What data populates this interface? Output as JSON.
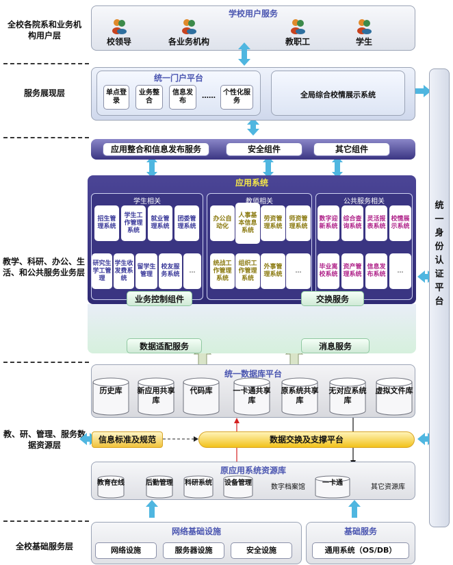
{
  "layers": {
    "l1": "全校各院系和业务机构用户层",
    "l2": "服务展现层",
    "l3": "教学、科研、办公、生活、和公共服务业务层",
    "l4": "教、研、管理、服务数据资源层",
    "l5": "全校基础服务层"
  },
  "users": {
    "title": "学校用户服务",
    "items": [
      "校领导",
      "各业务机构",
      "教职工",
      "学生"
    ]
  },
  "portal": {
    "title": "统一门户平台",
    "items": [
      "单点登录",
      "业务整合",
      "信息发布",
      "……",
      "个性化服务"
    ],
    "display": "全局综合校情展示系统"
  },
  "services_bar": {
    "items": [
      "应用整合和信息发布服务",
      "安全组件",
      "其它组件"
    ]
  },
  "app_system": {
    "title": "应用系统",
    "student": {
      "title": "学生相关",
      "row1": [
        "招生管理系统",
        "学生工作管理系统",
        "就业管理系统",
        "团委管理系统"
      ],
      "row2": [
        "研究生学工管理",
        "学生收发费系统",
        "留学生管理",
        "校友服务系统",
        "…"
      ]
    },
    "teacher": {
      "title": "教师相关",
      "row1": [
        "办公自动化",
        "人事基本信息系统",
        "劳资管理系统",
        "师资管理系统"
      ],
      "row2": [
        "统战工作管理系统",
        "组织工作管理系统",
        "外事管理系统",
        "…"
      ]
    },
    "public": {
      "title": "公共服务相关",
      "row1": [
        "数字迎新系统",
        "综合查询系统",
        "灵活报表系统",
        "校情展示系统"
      ],
      "row2": [
        "毕业离校系统",
        "资产管理系统",
        "信息发布系统",
        "…"
      ]
    }
  },
  "components": {
    "control": "业务控制组件",
    "exchange": "交换服务",
    "adapter": "数据适配服务",
    "message": "消息服务"
  },
  "database": {
    "title": "统一数据库平台",
    "items": [
      "历史库",
      "新应用共享库",
      "代码库",
      "一卡通共享库",
      "原系统共享库",
      "无对应系统库",
      "虚拟文件库"
    ]
  },
  "exchange": {
    "standard": "信息标准及规范",
    "platform": "数据交换及支撑平台"
  },
  "legacy": {
    "title": "原应用系统资源库",
    "items": [
      "教育在线",
      "后勤管理",
      "科研系统",
      "设备管理",
      "数字档案馆",
      "一卡通",
      "其它资源库"
    ]
  },
  "network": {
    "title": "网络基础设施",
    "items": [
      "网络设施",
      "服务器设施",
      "安全设施"
    ]
  },
  "basic": {
    "title": "基础服务",
    "item": "通用系统（OS/DB）"
  },
  "auth": "统一身份认证平台",
  "colors": {
    "accent": "#4a55b0",
    "app_bg": "#3a3582",
    "arrow": "#4fb6e0",
    "exchange_bar": "#f2c21a"
  }
}
